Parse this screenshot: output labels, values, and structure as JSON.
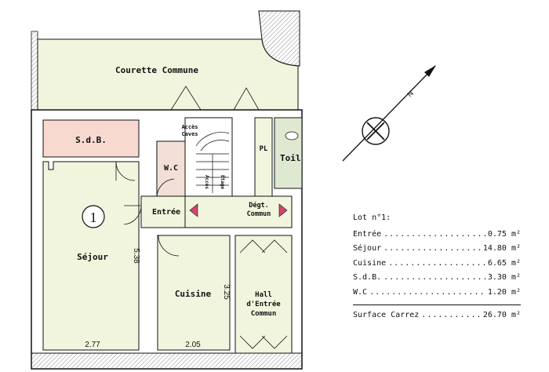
{
  "rooms": {
    "courette": "Courette Commune",
    "sdb": "S.d.B.",
    "wc": "W.C",
    "sejour": "Séjour",
    "entree": "Entrée",
    "cuisine": "Cuisine",
    "hall_line1": "Hall",
    "hall_line2": "d'Entrée",
    "hall_line3": "Commun",
    "acces_line1": "Accès",
    "acces_line2": "Caves",
    "degt_line1": "Dégt.",
    "degt_line2": "Commun",
    "pl": "PL",
    "toil": "Toil",
    "stair_acces": "Accès",
    "stair_etage": "Étage"
  },
  "lot_badge": "1",
  "dimensions": {
    "sejour_width": "2.77",
    "sejour_height": "5.38",
    "cuisine_width": "2.05",
    "cuisine_height": "3.25"
  },
  "legend": {
    "title": "Lot n°1:",
    "items": [
      {
        "label": "Entrée",
        "value": "0.75 m²"
      },
      {
        "label": "Séjour",
        "value": "14.80 m²"
      },
      {
        "label": "Cuisine",
        "value": "6.65 m²"
      },
      {
        "label": "S.d.B.",
        "value": "3.30 m²"
      },
      {
        "label": "W.C",
        "value": "1.20 m²"
      }
    ],
    "total_label": "Surface Carrez",
    "total_value": "26.70 m²"
  },
  "compass": {
    "north_letter": "N"
  },
  "colors": {
    "room_fill": "#f2f5de",
    "sdb_fill": "#f7d9cf",
    "wc_fill": "#f3dfd5",
    "toil_fill": "#dfe9d2",
    "wall": "#111111",
    "wall_fill": "#ffffff",
    "arrow": "#d9446c"
  }
}
